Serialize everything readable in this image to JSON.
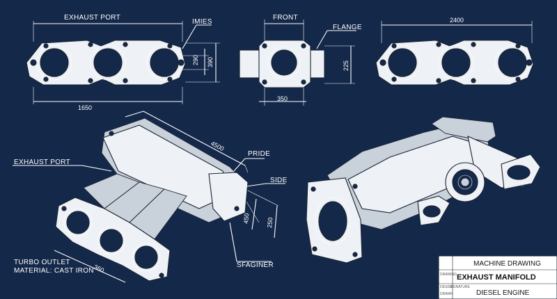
{
  "labels": {
    "top_left_title": "EXHAUST PORT",
    "imies": "IMIES",
    "front": "FRONT",
    "flange": "FLANGE",
    "left_port": "EXHAUST PORT",
    "pride": "PRIDE",
    "side": "SIDE",
    "sfaginer": "SFAGINER",
    "turbo_outlet": "TURBO OUTLET",
    "material": "MATERIAL: CAST IRON"
  },
  "dimensions": {
    "d1650": "1650",
    "d290": "290",
    "d390": "390",
    "d350": "350",
    "d225": "225",
    "d2400": "2400",
    "d4500": "4500",
    "d450": "450",
    "d250": "250",
    "d360": "360"
  },
  "title_block": {
    "line1": "MACHINE DRAWING",
    "line2": "EXHAUST MANIFOLD",
    "line3": "DIESEL ENGINE",
    "tiny1": "DRAWING",
    "tiny2": "DESIGN",
    "tiny3": "SIGNATURE",
    "tiny4": "DRAWN"
  }
}
